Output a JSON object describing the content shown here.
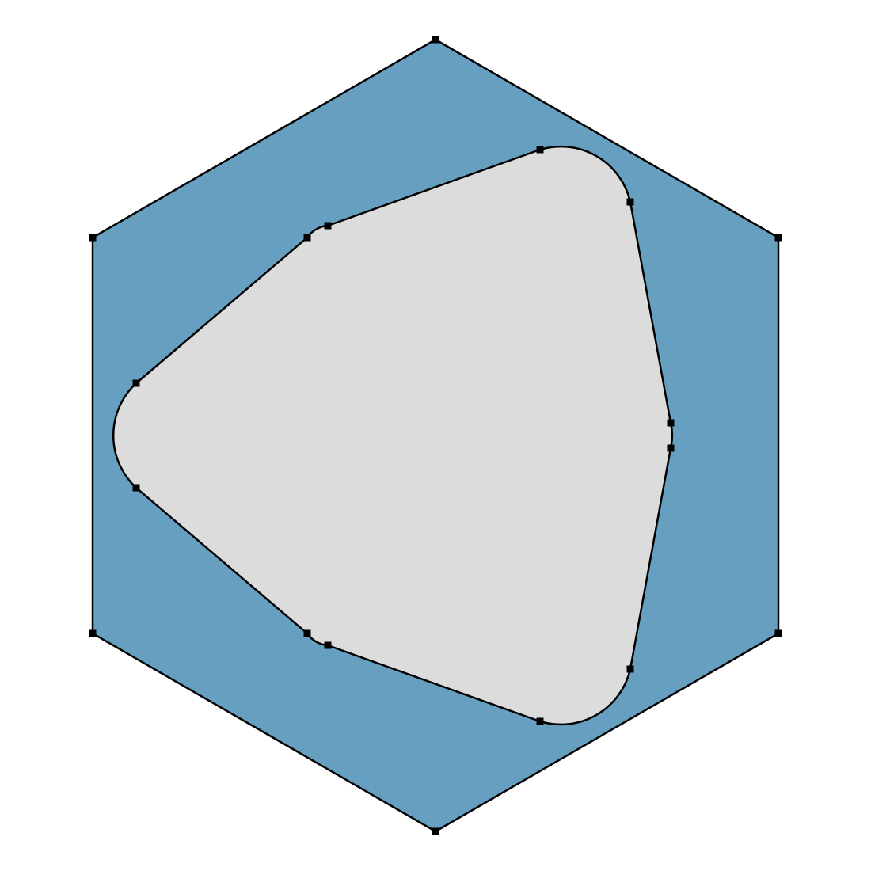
{
  "colors": {
    "hexagon_fill": "#669fbf",
    "inner_fill": "#dcdcdc",
    "stroke": "#000000",
    "background": "#ffffff"
  },
  "shapes": {
    "outer": "regular-hexagon",
    "inner": "rounded-triangle",
    "markers": "square-vertex-markers"
  }
}
